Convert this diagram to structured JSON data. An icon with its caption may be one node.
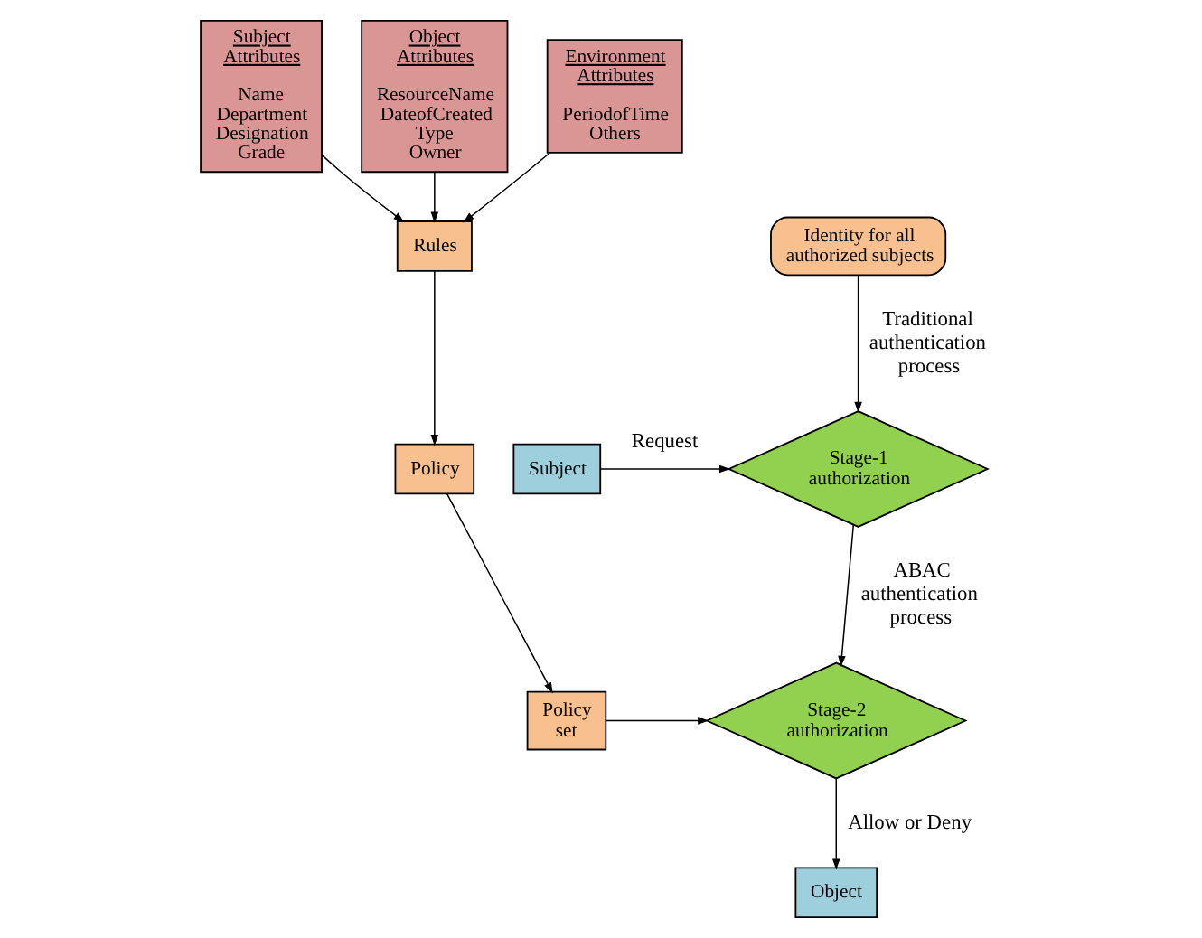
{
  "diagram": {
    "nodes": [
      {
        "text": [
          "Identity for all authorized subjects"
        ]
      },
      {
        "text": [
          "Subject"
        ]
      },
      {
        "text": [
          "Stage-1 authorization"
        ]
      },
      {
        "text": [
          "Stage-2 authorization"
        ]
      },
      {
        "text": [
          "Object"
        ]
      },
      {
        "text": [
          "Subject Attributes",
          "Name Department Designation Grade"
        ]
      },
      {
        "text": [
          "Object Attributes",
          "ResourceName DateofCreated Type Owner"
        ]
      },
      {
        "text": [
          "Environment Attributes",
          "PeriodofTime Others"
        ]
      },
      {
        "text": [
          "Rules"
        ]
      },
      {
        "text": [
          "Policy"
        ]
      },
      {
        "text": [
          "Policy set"
        ]
      }
    ],
    "edges": [
      {
        "from": 0,
        "to": 2,
        "arrow": "to",
        "label": "Traditional authentication process"
      },
      {
        "from": 1,
        "to": 2,
        "arrow": "to",
        "label": "Request"
      },
      {
        "from": 2,
        "to": 3,
        "arrow": "to",
        "label": "ABAC authentication process"
      },
      {
        "from": 3,
        "to": 4,
        "arrow": "to",
        "label": "Allow or Deny"
      },
      {
        "from": 5,
        "to": 8,
        "arrow": "to"
      },
      {
        "from": 6,
        "to": 8,
        "arrow": "to"
      },
      {
        "from": 7,
        "to": 8,
        "arrow": "to"
      },
      {
        "from": 8,
        "to": 9,
        "arrow": "to"
      },
      {
        "from": 9,
        "to": 10,
        "arrow": "to"
      },
      {
        "from": 10,
        "to": 3,
        "arrow": "to"
      }
    ]
  }
}
